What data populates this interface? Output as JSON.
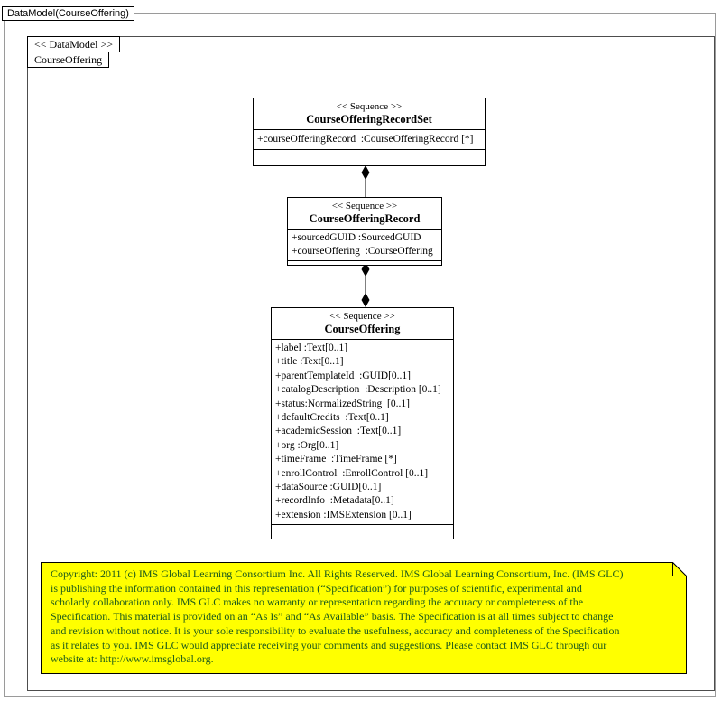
{
  "diagram": {
    "title": "DataModel(CourseOffering)",
    "frame_stereotype": "<< DataModel >>",
    "frame_name": "CourseOffering"
  },
  "classes": [
    {
      "stereotype": "<< Sequence >>",
      "name": "CourseOfferingRecordSet",
      "attributes": [
        "+courseOfferingRecord  :CourseOfferingRecord [*]"
      ]
    },
    {
      "stereotype": "<< Sequence >>",
      "name": "CourseOfferingRecord",
      "attributes": [
        "+sourcedGUID :SourcedGUID",
        "+courseOffering  :CourseOffering"
      ]
    },
    {
      "stereotype": "<< Sequence >>",
      "name": "CourseOffering",
      "attributes": [
        "+label :Text[0..1]",
        "+title :Text[0..1]",
        "+parentTemplateId  :GUID[0..1]",
        "+catalogDescription  :Description [0..1]",
        "+status:NormalizedString  [0..1]",
        "+defaultCredits  :Text[0..1]",
        "+academicSession  :Text[0..1]",
        "+org :Org[0..1]",
        "+timeFrame  :TimeFrame [*]",
        "+enrollControl  :EnrollControl [0..1]",
        "+dataSource :GUID[0..1]",
        "+recordInfo  :Metadata[0..1]",
        "+extension :IMSExtension [0..1]"
      ]
    }
  ],
  "connectors": [
    {
      "type": "composition",
      "from": "CourseOfferingRecordSet",
      "to": "CourseOfferingRecord"
    },
    {
      "type": "composition",
      "from": "CourseOfferingRecord",
      "to": "CourseOffering"
    }
  ],
  "note": {
    "background": "#ffff00",
    "border_color": "#000000",
    "text_color": "#1c5a1c",
    "lines": [
      "Copyright: 2011 (c) IMS Global Learning Consortium Inc.  All Rights Reserved.  IMS Global Learning Consortium, Inc. (IMS GLC)",
      "is publishing the information contained in this representation (“Specification”) for purposes of scientific, experimental and",
      "scholarly collaboration only.  IMS GLC makes no warranty or representation regarding the accuracy or completeness of the",
      "Specification.  This material is provided on an “As Is” and “As Available” basis.  The Specification is at all times subject to change",
      "and revision without notice.  It is your sole responsibility to evaluate the usefulness, accuracy and completeness of the Specification",
      "as it relates to you.  IMS GLC would appreciate receiving your comments and suggestions.  Please contact IMS GLC through our",
      "website at: http://www.imsglobal.org."
    ]
  }
}
